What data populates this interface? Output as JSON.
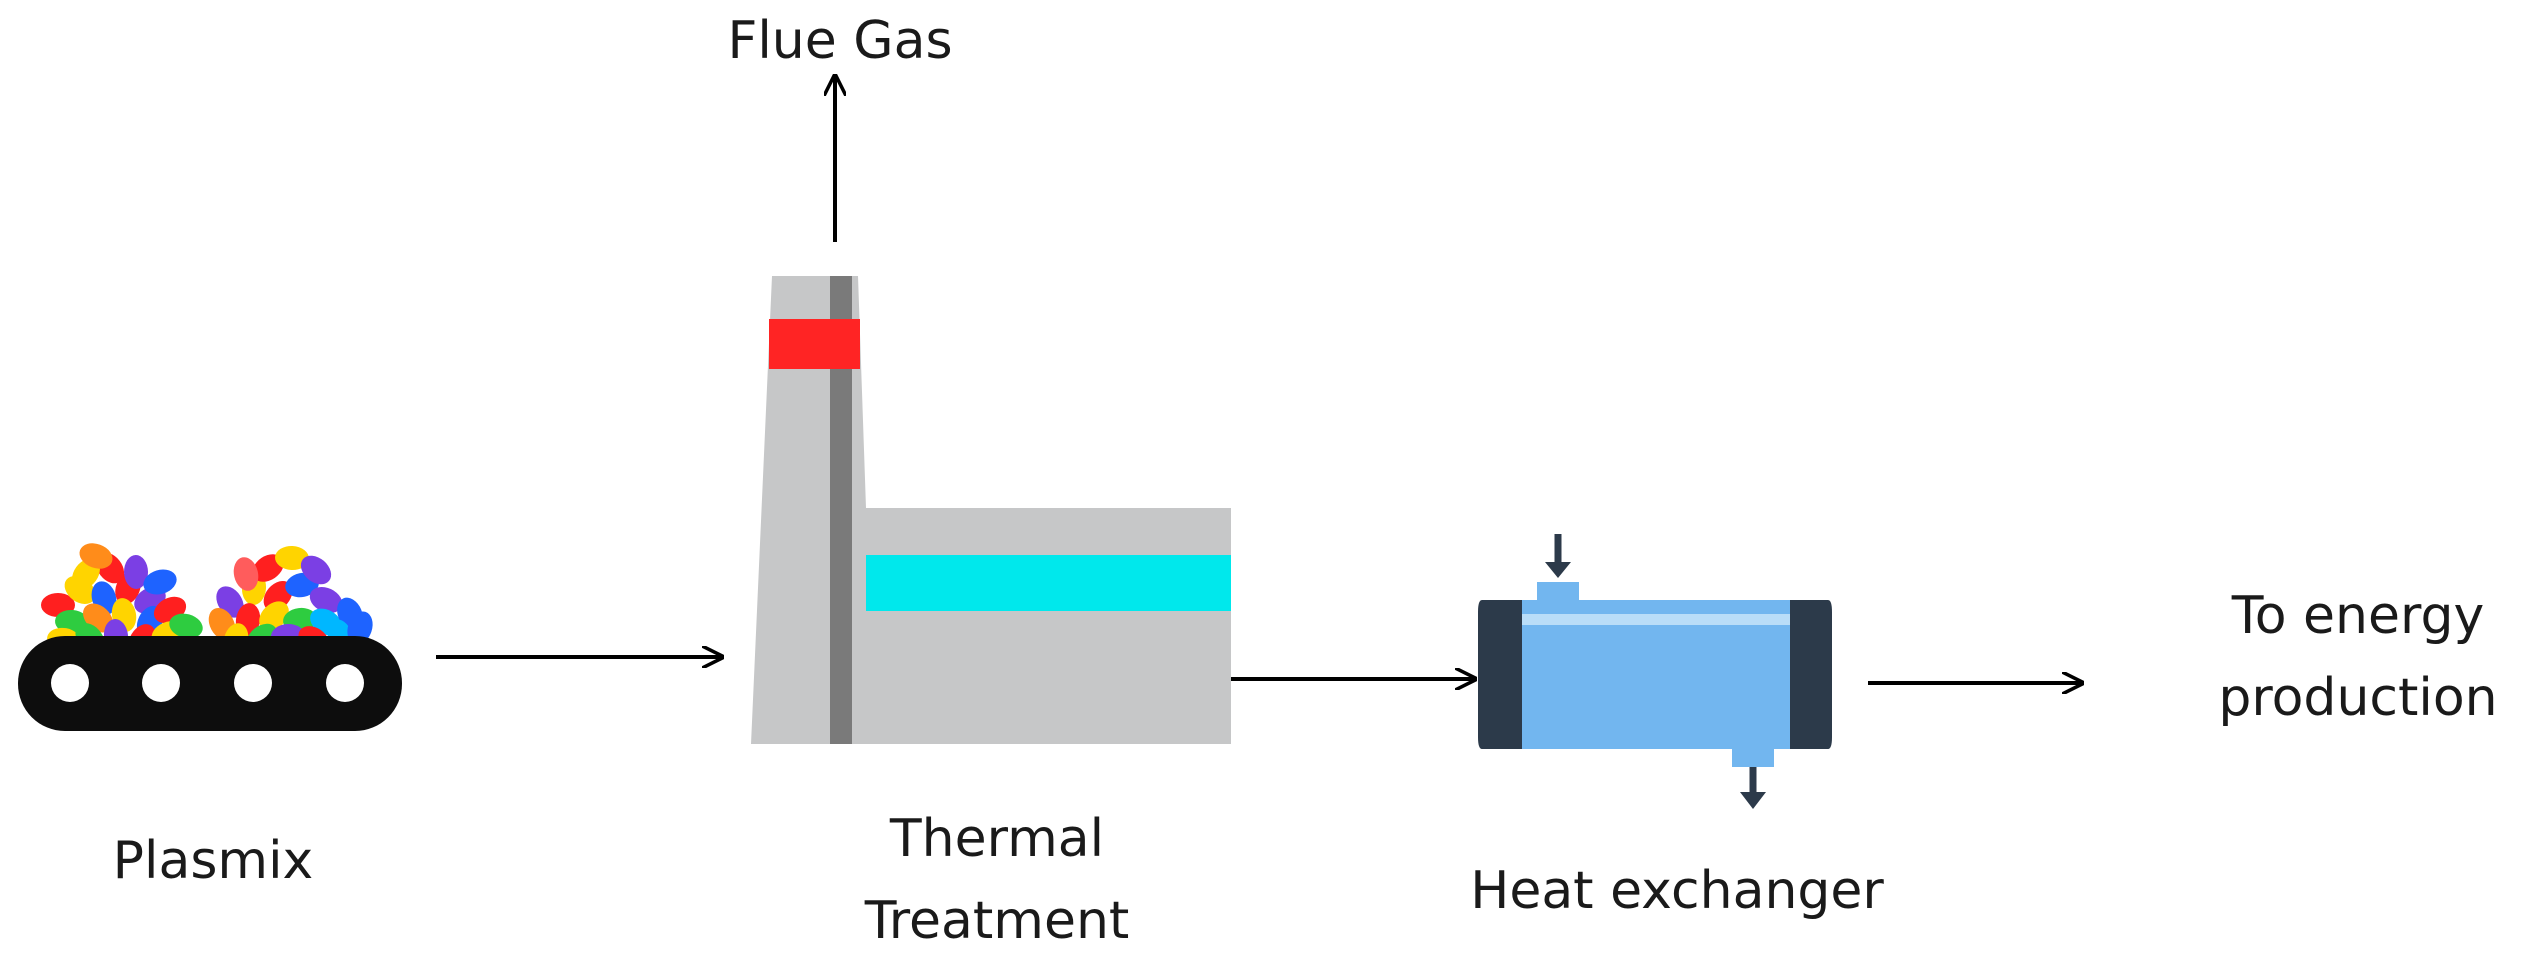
{
  "labels": {
    "plasmix": "Plasmix",
    "flue_gas": "Flue Gas",
    "thermal_line1": "Thermal",
    "thermal_line2": "Treatment",
    "heat_exchanger": "Heat exchanger",
    "energy_line1": "To energy",
    "energy_line2": "production"
  },
  "colors": {
    "conveyor": "#0d0d0d",
    "plant_body": "#c6c7c8",
    "plant_stripe": "#7a7a7a",
    "chimney_band": "#ff2424",
    "plant_window": "#00e8ec",
    "exchanger_body": "#72b6ef",
    "exchanger_highlight": "#b9ddf8",
    "exchanger_caps": "#2c3a4a",
    "arrows": "#000000",
    "pellets": [
      "#ff1f1f",
      "#ffd400",
      "#1e63ff",
      "#7b3fe4",
      "#2ecc40",
      "#ff8c1a",
      "#00b7ff",
      "#ff5c5c"
    ]
  },
  "icons": {
    "source": "conveyor-belt-icon",
    "process": "factory-icon",
    "exchanger": "heat-exchanger-icon"
  }
}
